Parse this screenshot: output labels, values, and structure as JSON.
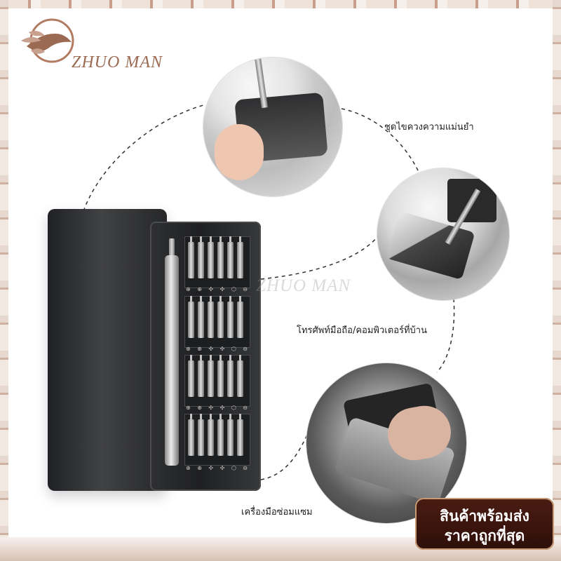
{
  "brand": {
    "logo_text": "ZHUO MAN",
    "watermark_text": "ZHUO MAN"
  },
  "labels": {
    "precision": "ชุดไขควงความแม่นยำ",
    "phone_computer": "โทรศัพท์มือถือ/คอมพิวเตอร์ที่บ้าน",
    "repair_tool": "เครื่องมือซ่อมแซม"
  },
  "promo": {
    "line1": "สินค้าพร้อมส่ง",
    "line2": "ราคาถูกที่สุด"
  },
  "colors": {
    "case_dark": "#232426",
    "accent_brown": "#9b6a53",
    "promo_bg": "#3b1710",
    "dashed_line": "#2f2f2f"
  },
  "icons": {
    "logo": "bird-icon",
    "bit_markers": [
      "phillips-icon",
      "torx-icon",
      "hex-icon",
      "slot-icon"
    ]
  }
}
